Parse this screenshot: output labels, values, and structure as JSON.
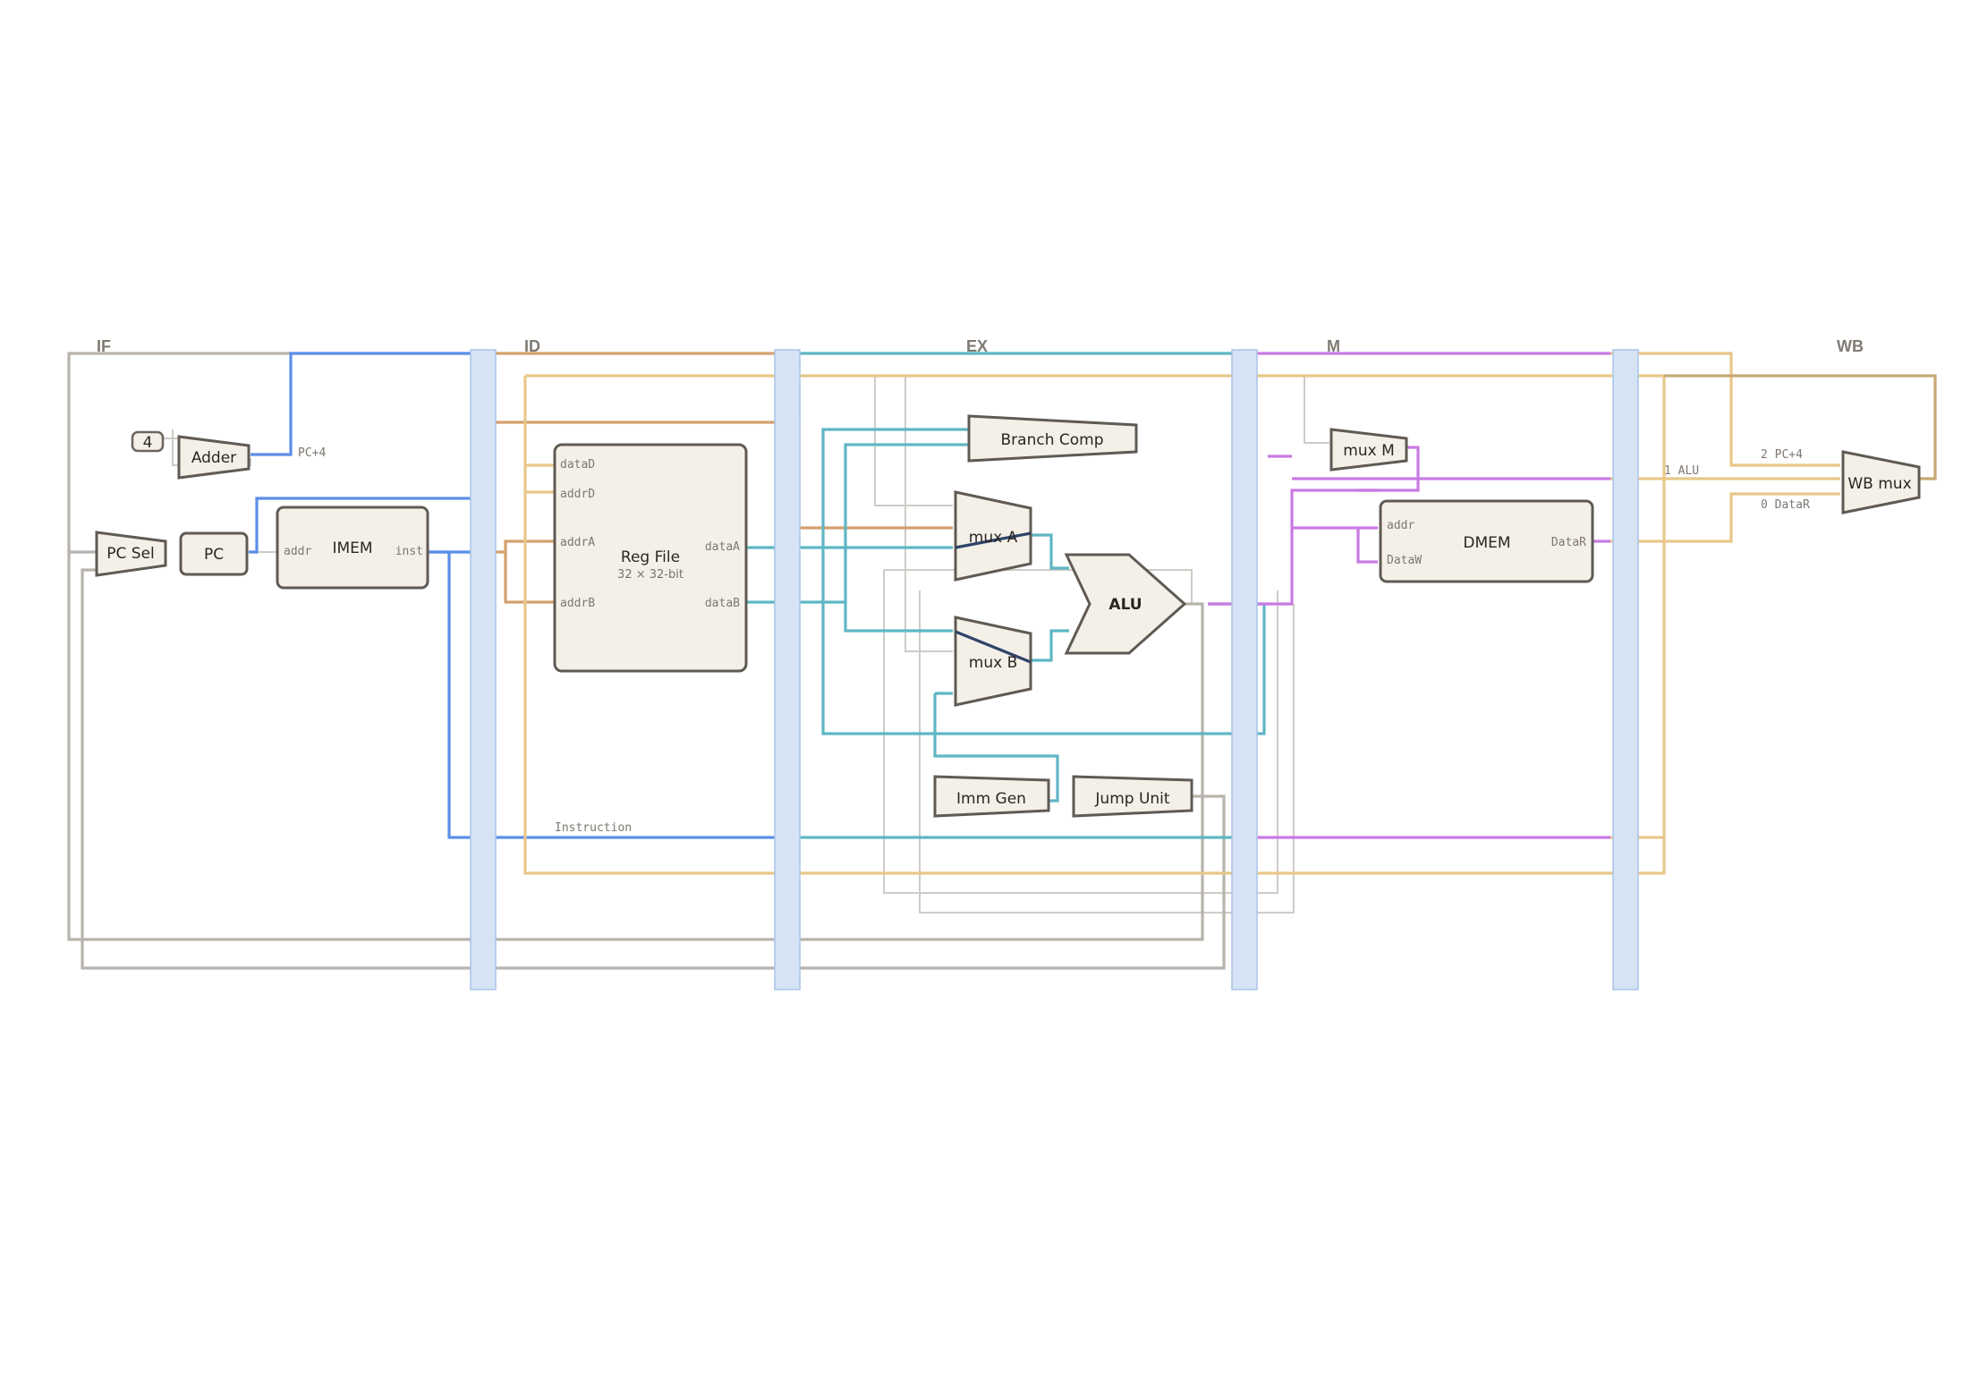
{
  "stages": [
    "IF",
    "ID",
    "EX",
    "M",
    "WB"
  ],
  "blocks": {
    "const4": "4",
    "adder": "Adder",
    "pc_sel": "PC Sel",
    "pc": "PC",
    "imem": "IMEM",
    "reg_file": "Reg File",
    "reg_file_sub": "32 × 32-bit",
    "branch_comp": "Branch Comp",
    "mux_a": "mux A",
    "mux_b": "mux B",
    "alu": "ALU",
    "imm_gen": "Imm Gen",
    "jump_unit": "Jump Unit",
    "mux_m": "mux M",
    "dmem": "DMEM",
    "wb_mux": "WB mux"
  },
  "ports": {
    "imem_addr": "addr",
    "imem_inst": "inst",
    "reg_dataD": "dataD",
    "reg_addrD": "addrD",
    "reg_addrA": "addrA",
    "reg_addrB": "addrB",
    "reg_dataA": "dataA",
    "reg_dataB": "dataB",
    "dmem_addr": "addr",
    "dmem_dataW": "DataW",
    "dmem_dataR": "DataR"
  },
  "signals": {
    "pc_plus4": "PC+4",
    "instruction": "Instruction",
    "wb_in1": "1 ALU",
    "wb_in2": "2 PC+4",
    "wb_in0": "0 DataR"
  },
  "colors": {
    "pc_path": "#5b8ee8",
    "instruction_path": "#d4a06e",
    "ex_data": "#5fb6c4",
    "mem_data": "#c97ae3",
    "writeback": "#e8c789",
    "control": "#b8b3ac",
    "pipeline_register": "#d5e3f4",
    "block_fill": "#f4f0e8"
  }
}
